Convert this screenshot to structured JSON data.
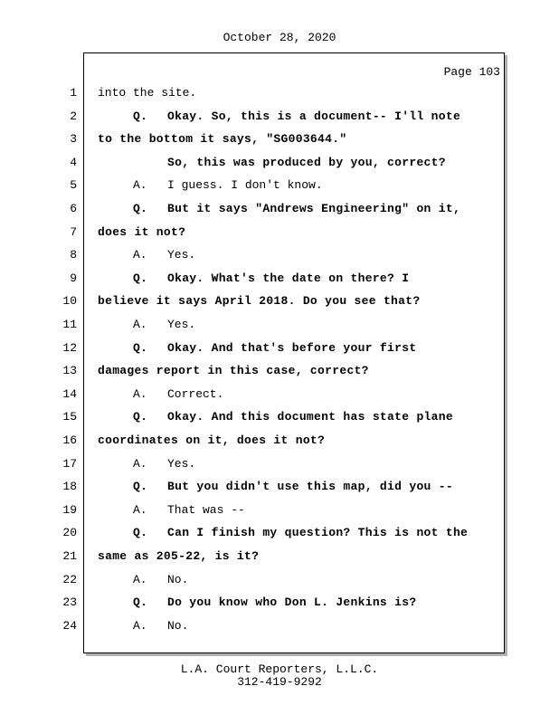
{
  "header": {
    "date": "October 28, 2020"
  },
  "page_label": "Page 103",
  "lines": [
    {
      "n": "1",
      "label": "",
      "text": "into the site.",
      "style": "plain",
      "bold": false
    },
    {
      "n": "2",
      "label": "Q.",
      "text": "Okay. So, this is a document-- I'll note",
      "style": "qa",
      "bold": true
    },
    {
      "n": "3",
      "label": "",
      "text": "to the bottom it says, \"SG003644.\"",
      "style": "plain",
      "bold": true
    },
    {
      "n": "4",
      "label": "",
      "text": "So, this was produced by you, correct?",
      "style": "ind",
      "bold": true
    },
    {
      "n": "5",
      "label": "A.",
      "text": "I guess. I don't know.",
      "style": "qa",
      "bold": false
    },
    {
      "n": "6",
      "label": "Q.",
      "text": "But it says \"Andrews Engineering\" on it,",
      "style": "qa",
      "bold": true
    },
    {
      "n": "7",
      "label": "",
      "text": "does it not?",
      "style": "plain",
      "bold": true
    },
    {
      "n": "8",
      "label": "A.",
      "text": "Yes.",
      "style": "qa",
      "bold": false
    },
    {
      "n": "9",
      "label": "Q.",
      "text": "Okay. What's the date on there? I",
      "style": "qa",
      "bold": true
    },
    {
      "n": "10",
      "label": "",
      "text": "believe it says April 2018. Do you see that?",
      "style": "plain",
      "bold": true
    },
    {
      "n": "11",
      "label": "A.",
      "text": "Yes.",
      "style": "qa",
      "bold": false
    },
    {
      "n": "12",
      "label": "Q.",
      "text": "Okay. And that's before your first",
      "style": "qa",
      "bold": true
    },
    {
      "n": "13",
      "label": "",
      "text": "damages report in this case, correct?",
      "style": "plain",
      "bold": true
    },
    {
      "n": "14",
      "label": "A.",
      "text": "Correct.",
      "style": "qa",
      "bold": false
    },
    {
      "n": "15",
      "label": "Q.",
      "text": "Okay. And this document has state plane",
      "style": "qa",
      "bold": true
    },
    {
      "n": "16",
      "label": "",
      "text": "coordinates on it, does it not?",
      "style": "plain",
      "bold": true
    },
    {
      "n": "17",
      "label": "A.",
      "text": "Yes.",
      "style": "qa",
      "bold": false
    },
    {
      "n": "18",
      "label": "Q.",
      "text": "But you didn't use this map, did you --",
      "style": "qa",
      "bold": true
    },
    {
      "n": "19",
      "label": "A.",
      "text": "That was --",
      "style": "qa",
      "bold": false
    },
    {
      "n": "20",
      "label": "Q.",
      "text": "Can I finish my question? This is not the",
      "style": "qa",
      "bold": true
    },
    {
      "n": "21",
      "label": "",
      "text": "same as 205-22, is it?",
      "style": "plain",
      "bold": true
    },
    {
      "n": "22",
      "label": "A.",
      "text": "No.",
      "style": "qa",
      "bold": false
    },
    {
      "n": "23",
      "label": "Q.",
      "text": "Do you know who Don L. Jenkins is?",
      "style": "qa",
      "bold": true
    },
    {
      "n": "24",
      "label": "A.",
      "text": "No.",
      "style": "qa",
      "bold": false
    }
  ],
  "footer": {
    "company": "L.A. Court Reporters, L.L.C.",
    "phone": "312-419-9292"
  }
}
